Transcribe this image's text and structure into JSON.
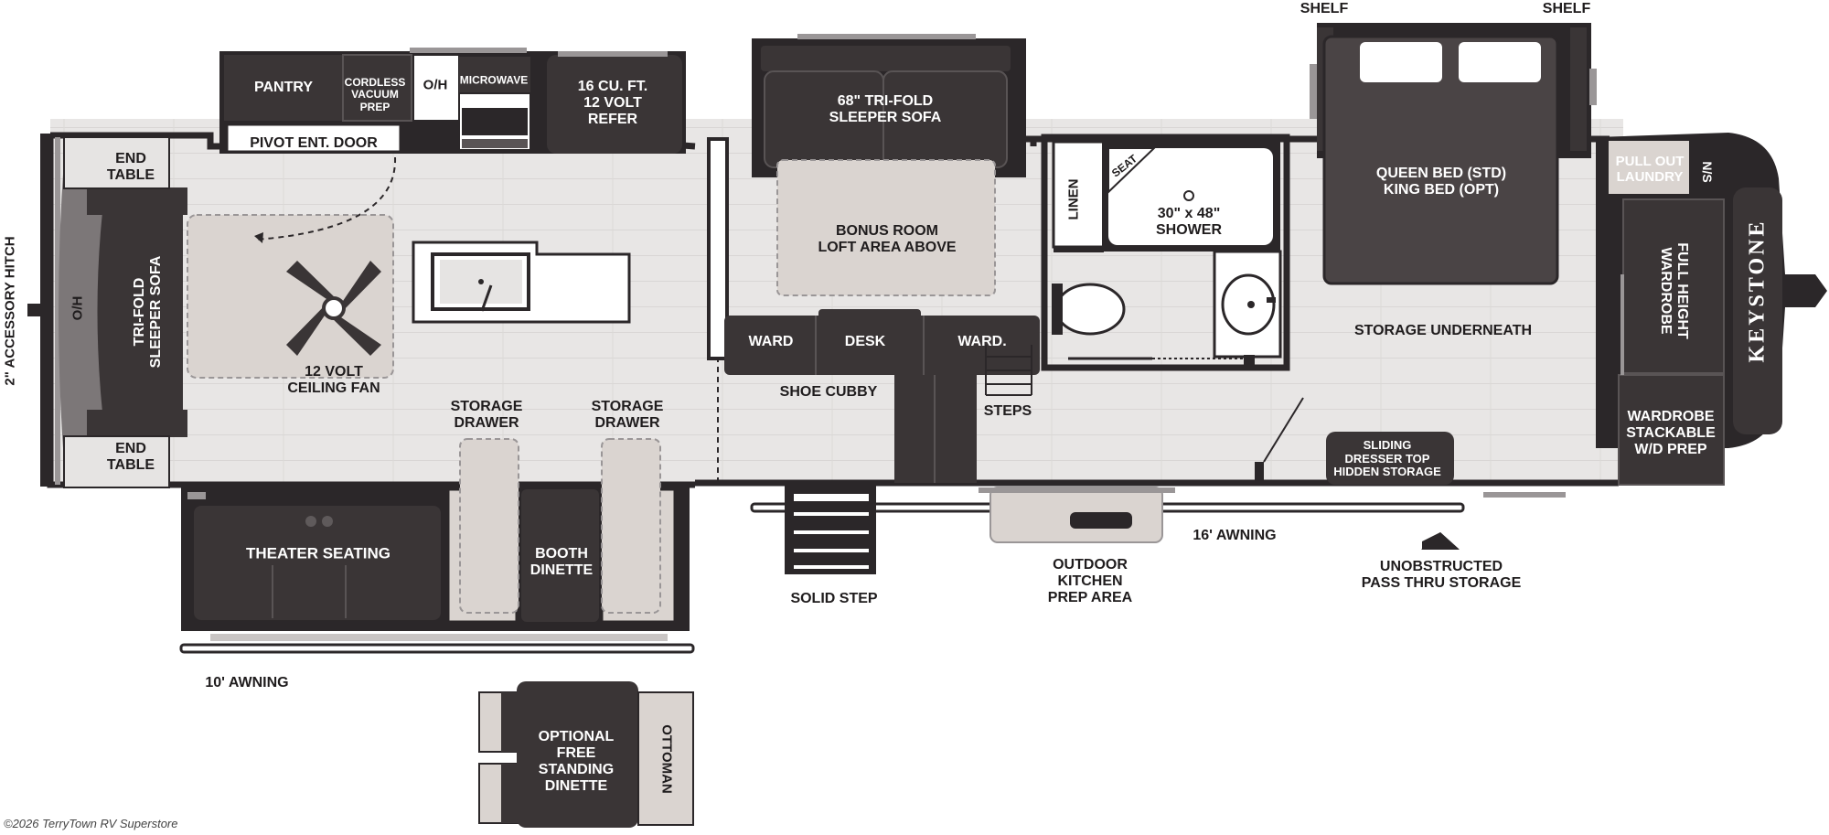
{
  "labels": {
    "shelf_left": "SHELF",
    "shelf_right": "SHELF",
    "hitch": "2\" ACCESSORY HITCH",
    "oh_front": "O/H",
    "end_table_top": "END\nTABLE",
    "end_table_bottom": "END\nTABLE",
    "sleeper_front": "TRI-FOLD\nSLEEPER SOFA",
    "pantry": "PANTRY",
    "vacuum": "CORDLESS\nVACUUM\nPREP",
    "oh_kitchen": "O/H",
    "microwave": "MICROWAVE",
    "refer": "16 CU. FT.\n12 VOLT\nREFER",
    "pivot_door": "PIVOT ENT. DOOR",
    "ceiling_fan": "12 VOLT\nCEILING FAN",
    "tri_fold_sofa": "68\" TRI-FOLD\nSLEEPER SOFA",
    "bonus_room": "BONUS ROOM\nLOFT AREA ABOVE",
    "ward_left": "WARD",
    "desk": "DESK",
    "ward_right": "WARD.",
    "shoe_cubby": "SHOE CUBBY",
    "steps": "STEPS",
    "storage_drawer_1": "STORAGE\nDRAWER",
    "storage_drawer_2": "STORAGE\nDRAWER",
    "theater_seating": "THEATER SEATING",
    "booth_dinette": "BOOTH\nDINETTE",
    "awning_10": "10' AWNING",
    "linen": "LINEN",
    "seat": "SEAT",
    "shower": "30\" x 48\"\nSHOWER",
    "queen_bed": "QUEEN BED (STD)\nKING BED (OPT)",
    "storage_underneath": "STORAGE UNDERNEATH",
    "pull_out_laundry": "PULL OUT\nLAUNDRY",
    "ns": "N/S",
    "full_wardrobe": "FULL HEIGHT\nWARDROBE",
    "wardrobe_wd": "WARDROBE\nSTACKABLE\nW/D PREP",
    "sliding_dresser": "SLIDING\nDRESSER TOP\nHIDDEN STORAGE",
    "awning_16": "16' AWNING",
    "unobstructed": "UNOBSTRUCTED\nPASS THRU STORAGE",
    "solid_step": "SOLID STEP",
    "outdoor_kitchen": "OUTDOOR\nKITCHEN\nPREP AREA",
    "optional_dinette": "OPTIONAL\nFREE\nSTANDING\nDINETTE",
    "ottoman": "OTTOMAN",
    "brand": "KEYSTONE",
    "copyright": "©2026 TerryTown RV Superstore"
  },
  "colors": {
    "wall": "#2b2729",
    "floor": "#e6e4e3",
    "floor_stripe": "#d6d3d2",
    "furniture_dark": "#3a3536",
    "bed": "#4a4445",
    "cabinet_light": "#dcd6d2",
    "text_dark": "#1f1c1d",
    "text_light": "#ffffff"
  },
  "icons": [
    "ceiling-fan-icon",
    "sink-icon",
    "toilet-icon",
    "bath-sink-icon",
    "stove-icon",
    "pass-thru-arrow-icon"
  ]
}
